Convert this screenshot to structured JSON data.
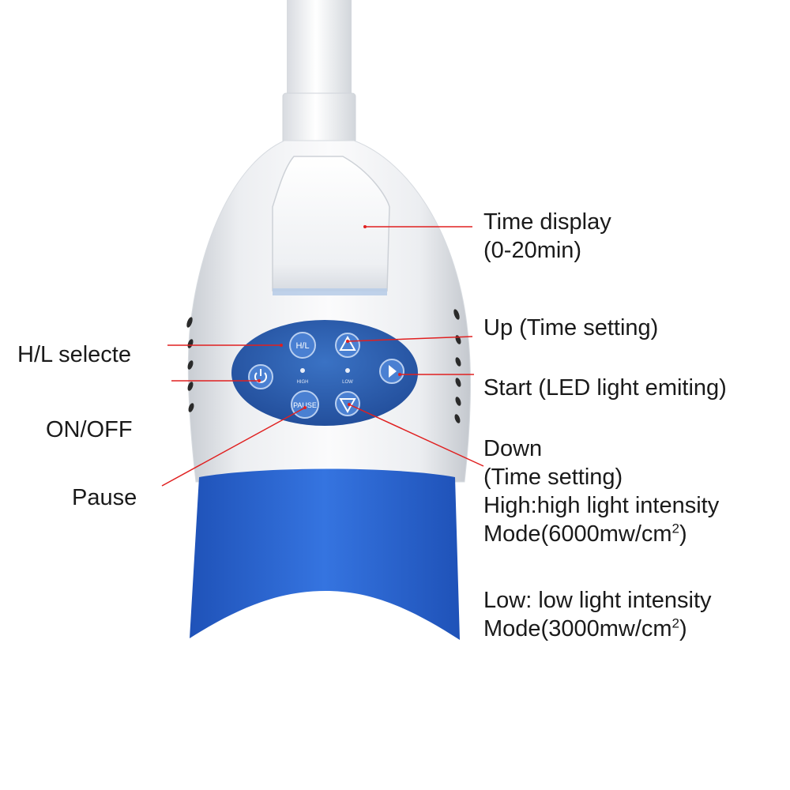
{
  "device": {
    "buttons": {
      "hl": "H/L",
      "pause": "PAUSE",
      "high_indicator": "HIGH",
      "low_indicator": "LOW"
    },
    "colors": {
      "body": "#f3f4f6",
      "shade": "#cfd3d9",
      "panel": "#2f64b8",
      "button": "#3f78cc",
      "mouth": "#2a63d4",
      "leader_line": "#e02020"
    }
  },
  "callouts": {
    "time_display": {
      "line1": "Time display",
      "line2": "(0-20min)"
    },
    "up": "Up (Time setting)",
    "start": "Start (LED light emiting)",
    "down": {
      "line1": "Down",
      "line2": "(Time setting)"
    },
    "high": {
      "line1": "High:high light intensity",
      "line2_prefix": "Mode(6000mw/cm",
      "line2_suffix": ")"
    },
    "low": {
      "line1": "Low: low light intensity",
      "line2_prefix": "Mode(3000mw/cm",
      "line2_suffix": ")"
    },
    "superscript": "2",
    "hl_select": "H/L selecte",
    "on_off": "ON/OFF",
    "pause": "Pause"
  }
}
